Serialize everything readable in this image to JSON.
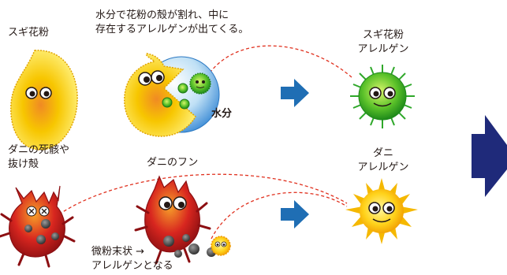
{
  "labels": {
    "cedar_pollen": "スギ花粉",
    "water_caption_line1": "水分で花粉の殻が割れ、中に",
    "water_caption_line2": "存在するアレルゲンが出てくる。",
    "water": "水分",
    "cedar_allergen_line1": "スギ花粉",
    "cedar_allergen_line2": "アレルゲン",
    "mite_dead_line1": "ダニの死骸や",
    "mite_dead_line2": "抜け殻",
    "mite_feces": "ダニのフン",
    "mite_allergen_line1": "ダニ",
    "mite_allergen_line2": "アレルゲン",
    "fine_powder_line1": "微粉末状 →",
    "fine_powder_line2": "アレルゲンとなる"
  },
  "icons": {
    "pollen": "pollen-character-icon",
    "cracked_pollen": "cracked-pollen-icon",
    "water_sphere": "water-sphere-icon",
    "arrow": "right-arrow-icon",
    "big_arrow": "large-right-arrow-icon",
    "green_allergen": "cedar-allergen-icon",
    "mite": "mite-character-icon",
    "mite_allergen": "mite-allergen-icon"
  },
  "colors": {
    "arrow_blue": "#1f6eb4",
    "big_arrow_navy": "#1f2a7a",
    "dashed_red": "#e0301e",
    "pollen_yellow": "#f7c600",
    "allergen_green": "#3aa52a",
    "mite_red": "#c8171c",
    "sun_yellow": "#f5b800"
  }
}
